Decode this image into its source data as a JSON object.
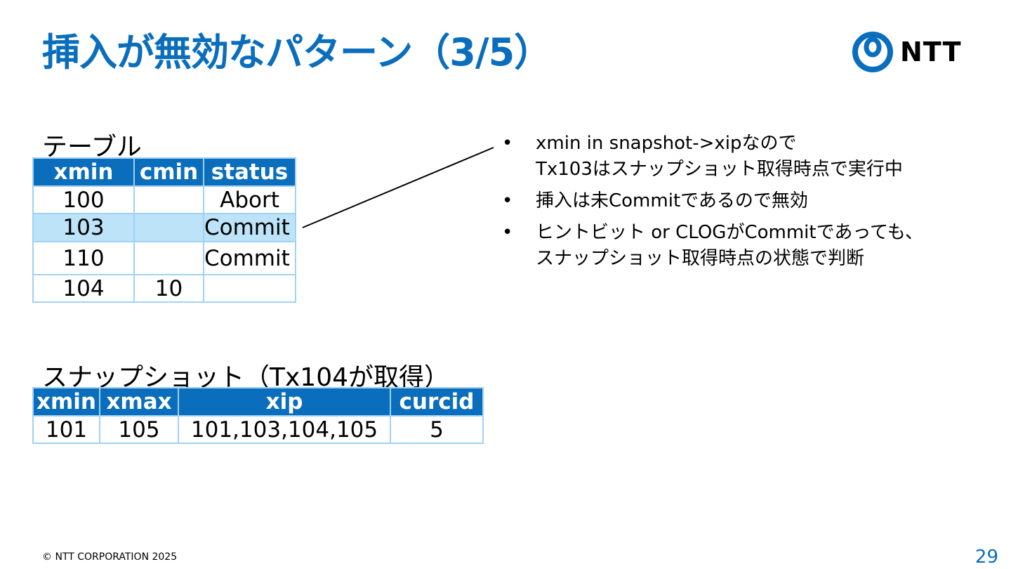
{
  "title": "挿入が無効なパターン（3/5）",
  "brand": {
    "name": "NTT",
    "color": "#0a6ebd"
  },
  "table_section": {
    "label": "テーブル",
    "columns": [
      "xmin",
      "cmin",
      "status"
    ],
    "rows": [
      [
        "100",
        "",
        "Abort"
      ],
      [
        "103",
        "",
        "Commit"
      ],
      [
        "110",
        "",
        "Commit"
      ],
      [
        "104",
        "10",
        ""
      ]
    ],
    "highlight_row": 1
  },
  "snapshot_section": {
    "label": "スナップショット（Tx104が取得）",
    "columns": [
      "xmin",
      "xmax",
      "xip",
      "curcid"
    ],
    "rows": [
      [
        "101",
        "105",
        "101,103,104,105",
        "5"
      ]
    ]
  },
  "bullets": [
    {
      "dot": "•",
      "lines": [
        "xmin in snapshot->xipなので",
        "Tx103はスナップショット取得時点で実行中"
      ]
    },
    {
      "dot": "•",
      "lines": [
        "挿入は未Commitであるので無効"
      ]
    },
    {
      "dot": "•",
      "lines": [
        "ヒントビット or CLOGがCommitであっても、",
        "スナップショット取得時点の状態で判断"
      ]
    }
  ],
  "footer": "© NTT CORPORATION 2025",
  "page_number": "29"
}
